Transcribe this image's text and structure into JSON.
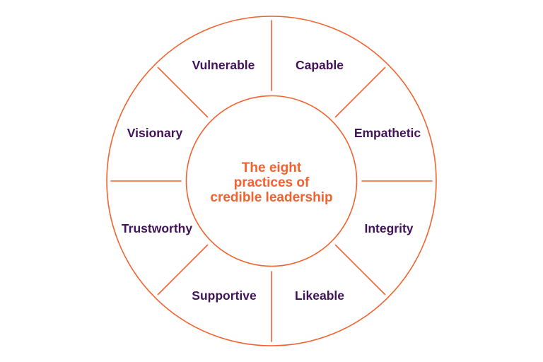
{
  "diagram": {
    "center_title": {
      "line1": "The eight",
      "line2": "practices of",
      "line3": "credible leadership"
    },
    "segments": [
      {
        "label": "Vulnerable"
      },
      {
        "label": "Capable"
      },
      {
        "label": "Empathetic"
      },
      {
        "label": "Integrity"
      },
      {
        "label": "Likeable"
      },
      {
        "label": "Supportive"
      },
      {
        "label": "Trustworthy"
      },
      {
        "label": "Visionary"
      }
    ],
    "colors": {
      "accent_orange": "#F2622E",
      "label_purple": "#411358",
      "background": "#FFFFFF"
    }
  }
}
